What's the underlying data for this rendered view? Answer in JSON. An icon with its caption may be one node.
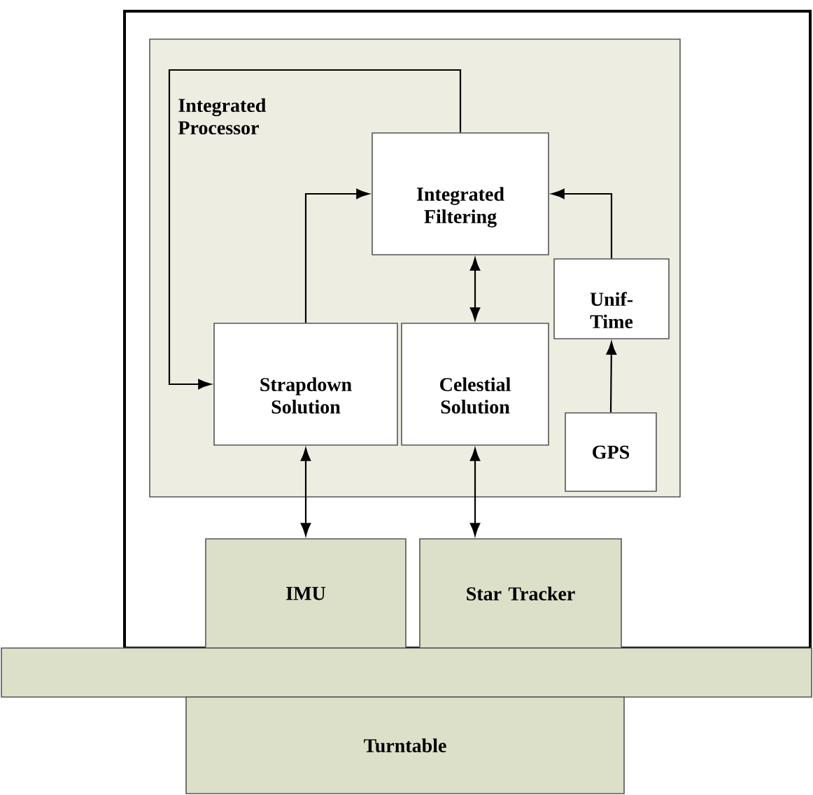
{
  "diagram": {
    "nodes": [
      {
        "text": [],
        "shape": "box"
      },
      {
        "text": [
          "Integrated Processor"
        ],
        "in": 0
      },
      {
        "text": [
          "Integrated Filtering"
        ],
        "in": 1
      },
      {
        "text": [
          "Strapdown Solution"
        ],
        "in": 1
      },
      {
        "text": [
          "Celestial Solution"
        ],
        "in": 1
      },
      {
        "text": [
          "Unif-Time"
        ],
        "in": 1
      },
      {
        "text": [
          "GPS"
        ],
        "in": 1
      },
      {
        "text": [
          "IMU"
        ],
        "in": 0
      },
      {
        "text": [
          "Star Tracker"
        ],
        "in": 0
      },
      {
        "text": [],
        "shape": "bar"
      },
      {
        "text": [
          "Turntable"
        ]
      }
    ],
    "edges": [
      {
        "from": 2,
        "to": 3,
        "arrow": "to"
      },
      {
        "from": 3,
        "to": 2,
        "arrow": "to"
      },
      {
        "from": 2,
        "to": 4,
        "arrow": "both"
      },
      {
        "from": 5,
        "to": 2,
        "arrow": "to"
      },
      {
        "from": 6,
        "to": 5,
        "arrow": "to"
      },
      {
        "from": 3,
        "to": 7,
        "arrow": "both"
      },
      {
        "from": 4,
        "to": 8,
        "arrow": "both"
      }
    ]
  }
}
